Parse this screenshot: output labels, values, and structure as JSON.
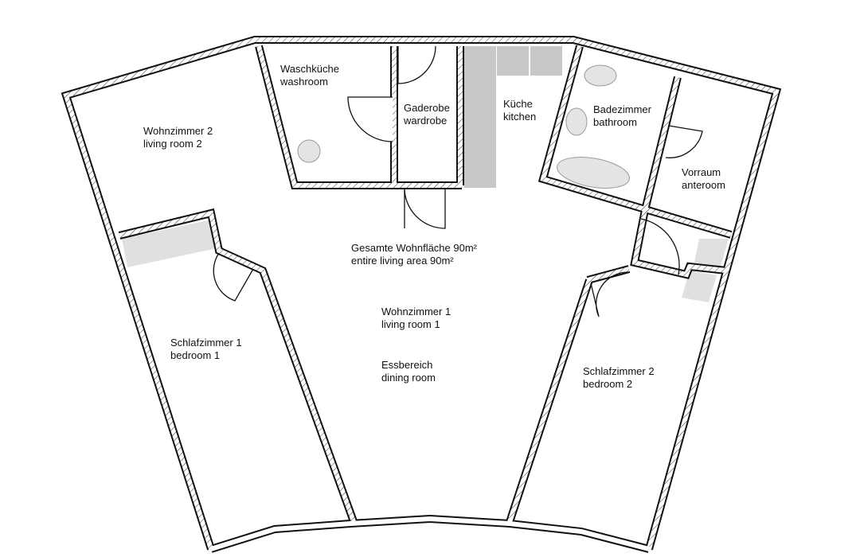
{
  "colors": {
    "wall": "#111111",
    "fixture": "#cfcfcf",
    "wardrobe": "#e2e2e2",
    "background": "#ffffff"
  },
  "rooms": {
    "waschkueche": {
      "de": "Waschküche",
      "en": "washroom"
    },
    "gaderobe": {
      "de": "Gaderobe",
      "en": "wardrobe"
    },
    "kueche": {
      "de": "Küche",
      "en": "kitchen"
    },
    "badezimmer": {
      "de": "Badezimmer",
      "en": "bathroom"
    },
    "vorraum": {
      "de": "Vorraum",
      "en": "anteroom"
    },
    "wohnzimmer2": {
      "de": "Wohnzimmer 2",
      "en": "living room 2"
    },
    "wohnzimmer1": {
      "de": "Wohnzimmer 1",
      "en": "living room 1"
    },
    "essbereich": {
      "de": "Essbereich",
      "en": "dining room"
    },
    "schlafzimmer1": {
      "de": "Schlafzimmer 1",
      "en": "bedroom 1"
    },
    "schlafzimmer2": {
      "de": "Schlafzimmer 2",
      "en": "bedroom 2"
    }
  },
  "area": {
    "de": "Gesamte Wohnfläche 90m²",
    "en": "entire living area 90m²"
  }
}
